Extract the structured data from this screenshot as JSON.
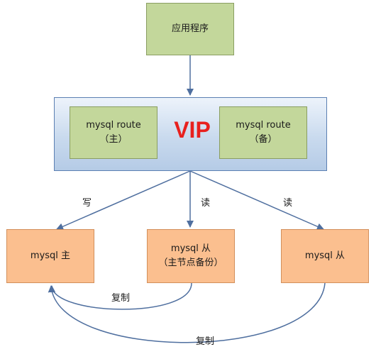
{
  "nodes": {
    "app": {
      "label": "应用程序"
    },
    "router_primary": {
      "line1": "mysql  route",
      "line2": "（主）"
    },
    "router_backup": {
      "line1": "mysql  route",
      "line2": "（备）"
    },
    "vip": {
      "label": "VIP"
    },
    "master": {
      "label": "mysql  主"
    },
    "slave_backup": {
      "line1": "mysql  从",
      "line2": "（主节点备份）"
    },
    "slave": {
      "label": "mysql  从"
    }
  },
  "edges": {
    "write": "写",
    "read_middle": "读",
    "read_right": "读",
    "replicate_near": "复制",
    "replicate_far": "复制"
  },
  "colors": {
    "box_green": "#c3d79b",
    "box_orange": "#fbbf8f",
    "vip_panel": "#c9daee",
    "vip_text": "#e8201e",
    "arrow": "#4f6f9f"
  }
}
